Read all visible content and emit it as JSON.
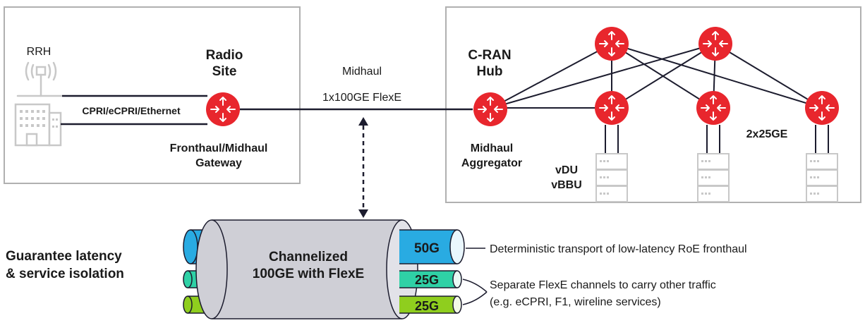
{
  "colors": {
    "router_red": "#e8262d",
    "line_dark": "#1c1c2e",
    "box_border": "#b0b0b0",
    "icon_gray": "#c8c8c8",
    "pipe_gray": "#cfcfd6",
    "fiber_blue": "#29abe2",
    "fiber_teal": "#2fd1a6",
    "fiber_green": "#8fce1e"
  },
  "radio_site": {
    "rrh_label": "RRH",
    "title_line1": "Radio",
    "title_line2": "Site",
    "link_label": "CPRI/eCPRI/Ethernet",
    "gateway_line1": "Fronthaul/Midhaul",
    "gateway_line2": "Gateway"
  },
  "midhaul": {
    "label": "Midhaul",
    "link_label": "1x100GE FlexE"
  },
  "cran_hub": {
    "title_line1": "C-RAN",
    "title_line2": "Hub",
    "aggregator_line1": "Midhaul",
    "aggregator_line2": "Aggregator",
    "vdu_line1": "vDU",
    "vdu_line2": "vBBU",
    "link_label": "2x25GE"
  },
  "flexe": {
    "side_label_line1": "Guarantee latency",
    "side_label_line2": "& service isolation",
    "pipe_label_line1": "Channelized",
    "pipe_label_line2": "100GE with FlexE",
    "channels": [
      {
        "label": "50G",
        "color": "#29abe2"
      },
      {
        "label": "25G",
        "color": "#2fd1a6"
      },
      {
        "label": "25G",
        "color": "#8fce1e"
      }
    ],
    "note_1": "Deterministic transport of low-latency RoE fronthaul",
    "note_2_line1": "Separate FlexE channels to carry other traffic",
    "note_2_line2": "(e.g. eCPRI, F1, wireline services)"
  }
}
